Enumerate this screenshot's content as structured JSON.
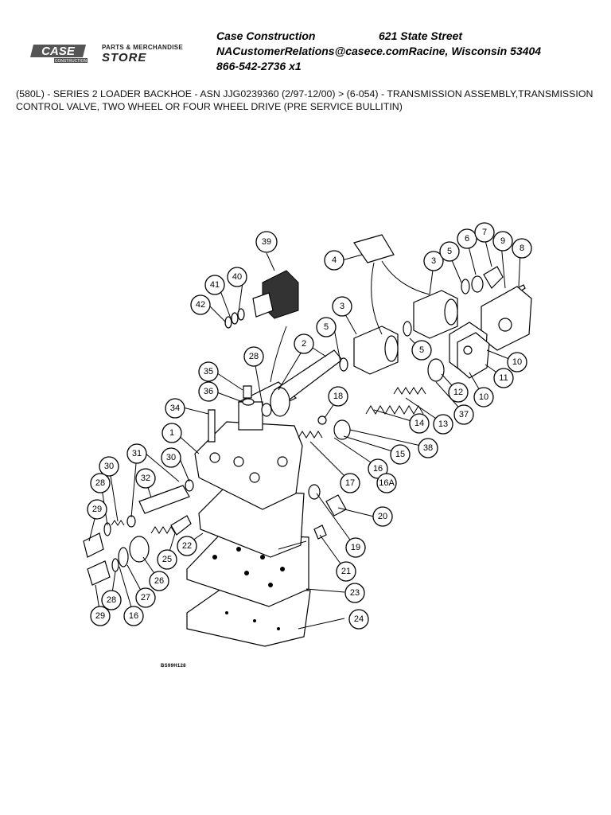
{
  "header": {
    "logo_text": "CASE",
    "logo_sub": "CONSTRUCTION",
    "store_top": "PARTS & MERCHANDISE",
    "store_big": "STORE",
    "company_name": "Case Construction",
    "street": "621 State Street",
    "line2": "NACustomerRelations@casece.comRacine, Wisconsin 53404",
    "phone": "866-542-2736 x1"
  },
  "description": "(580L) - SERIES 2 LOADER BACKHOE - ASN JJG0239360 (2/97-12/00) > (6-054) - TRANSMISSION ASSEMBLY,TRANSMISSION CONTROL VALVE, TWO WHEEL OR FOUR WHEEL DRIVE (PRE SERVICE BULLITIN)",
  "figure_id": "BS99H128",
  "callouts": [
    "1",
    "2",
    "3",
    "3",
    "4",
    "5",
    "5",
    "5",
    "6",
    "7",
    "8",
    "9",
    "10",
    "10",
    "11",
    "12",
    "13",
    "14",
    "15",
    "16",
    "16A",
    "16",
    "17",
    "18",
    "19",
    "20",
    "21",
    "22",
    "23",
    "24",
    "25",
    "26",
    "27",
    "28",
    "28",
    "28",
    "29",
    "29",
    "30",
    "30",
    "31",
    "32",
    "34",
    "35",
    "36",
    "37",
    "38",
    "39",
    "40",
    "41",
    "42"
  ]
}
